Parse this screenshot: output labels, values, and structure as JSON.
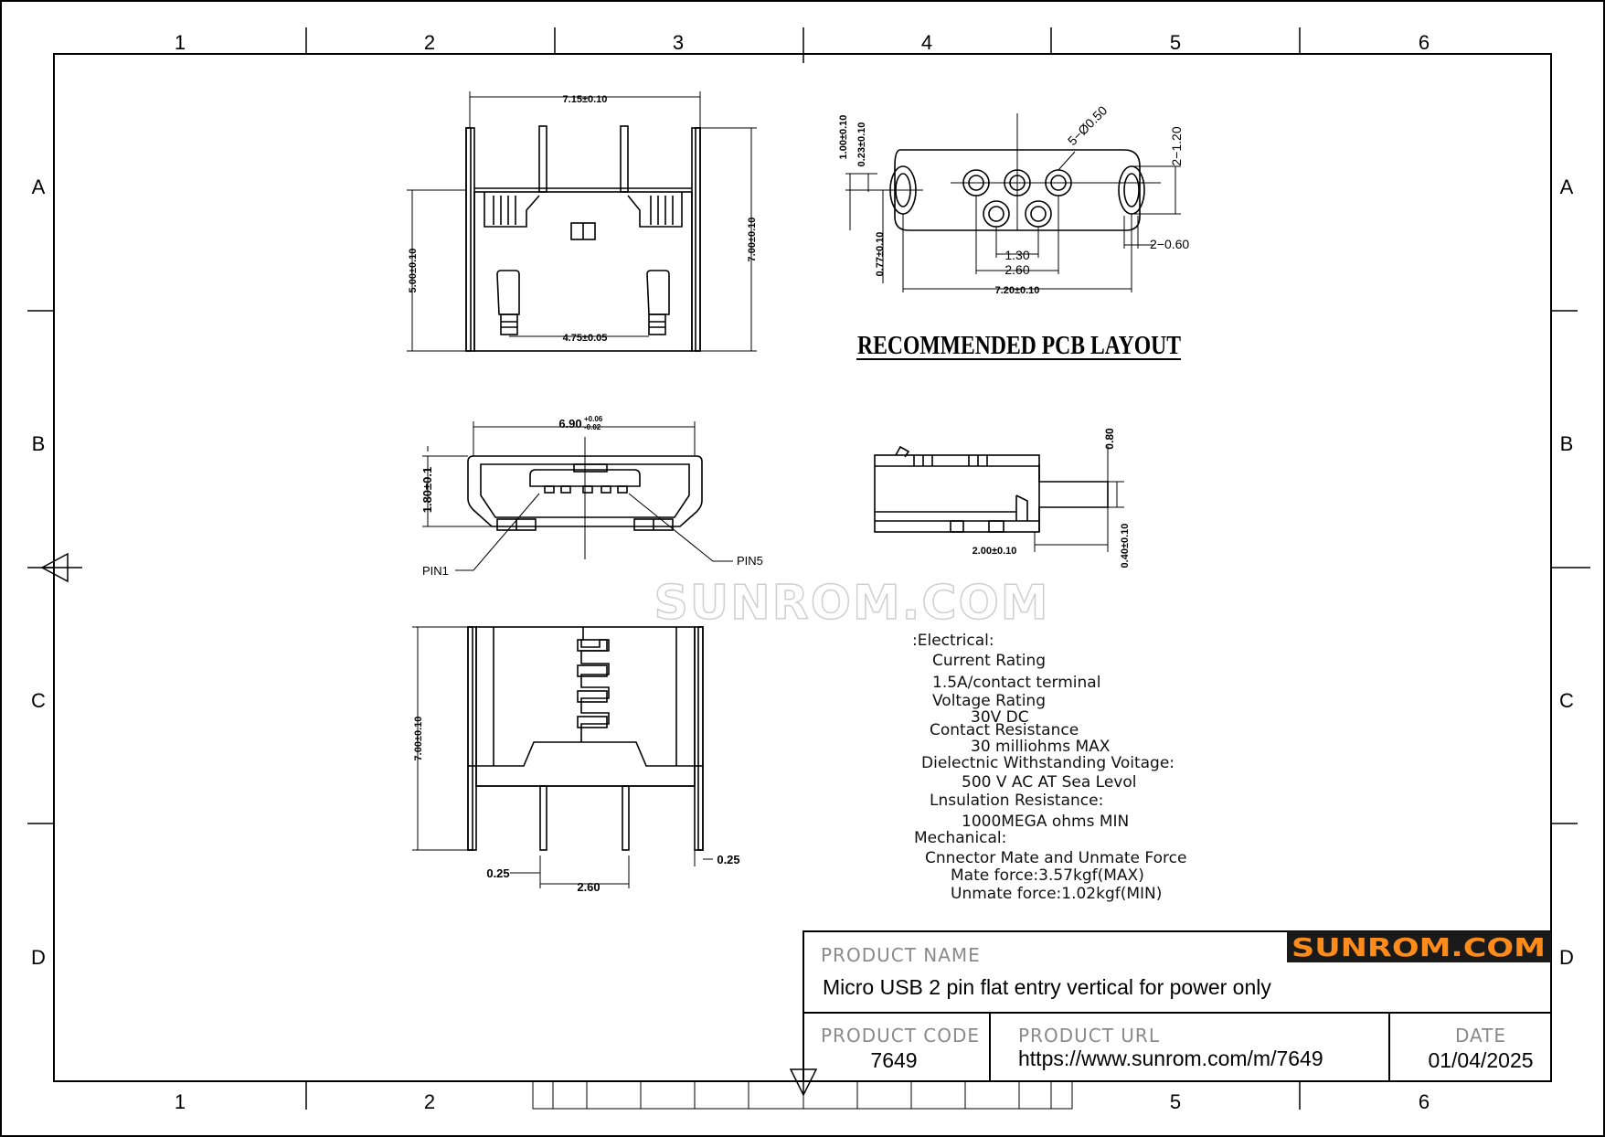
{
  "zones": {
    "columns": [
      "1",
      "2",
      "3",
      "4",
      "5",
      "6"
    ],
    "rows": [
      "A",
      "B",
      "C",
      "D"
    ]
  },
  "dimensions": {
    "top_width": "7.15±0.10",
    "top_height_left": "5.00±0.10",
    "top_height_right": "7.00±0.10",
    "top_pin_spacing": "4.75±0.05",
    "front_width": "6.90",
    "front_width_tol_plus": "+0.06",
    "front_width_tol_minus": "-0.02",
    "front_height": "1.80±0.1",
    "pin1": "PIN1",
    "pin5": "PIN5",
    "side_thickness": "0.80",
    "side_length": "2.00±0.10",
    "side_pin": "0.40±0.10",
    "bottom_height": "7.00±0.10",
    "bottom_left": "0.25",
    "bottom_right": "0.25",
    "bottom_spacing": "2.60",
    "pcb_d1": "1.00±0.10",
    "pcb_d2": "0.23±0.10",
    "pcb_holes": "5−Ø0.50",
    "pcb_slot_h": "2−1.20",
    "pcb_slot_w": "2−0.60",
    "pcb_left_h": "0.77±0.10",
    "pcb_pitch": "1.30",
    "pcb_span": "2.60",
    "pcb_total": "7.20±0.10"
  },
  "pcb_layout_title": "RECOMMENDED PCB LAYOUT",
  "watermark": "SUNROM.COM",
  "specs": [
    ":Electrical:",
    "Current Rating",
    "1.5A/contact terminal",
    "Voltage Rating",
    "30V DC",
    "Contact Resistance",
    "30 milliohms MAX",
    "Dielectnic Withstanding Voitage:",
    "500 V AC AT Sea Levol",
    "Lnsulation Resistance:",
    "1000MEGA ohms MIN",
    "Mechanical:",
    "Cnnector Mate and Unmate Force",
    "Mate force:3.57kgf(MAX)",
    "Unmate force:1.02kgf(MIN)"
  ],
  "title_block": {
    "logo": "SUNROM.COM",
    "product_name_label": "PRODUCT NAME",
    "product_name": "Micro USB 2 pin flat entry vertical for power only",
    "product_code_label": "PRODUCT CODE",
    "product_code": "7649",
    "product_url_label": "PRODUCT URL",
    "product_url": "https://www.sunrom.com/m/7649",
    "date_label": "DATE",
    "date": "01/04/2025"
  },
  "colors": {
    "logo_bg": "#1a1a1a",
    "logo_text": "#ff8c1a",
    "label_gray": "#8a8a8a"
  }
}
